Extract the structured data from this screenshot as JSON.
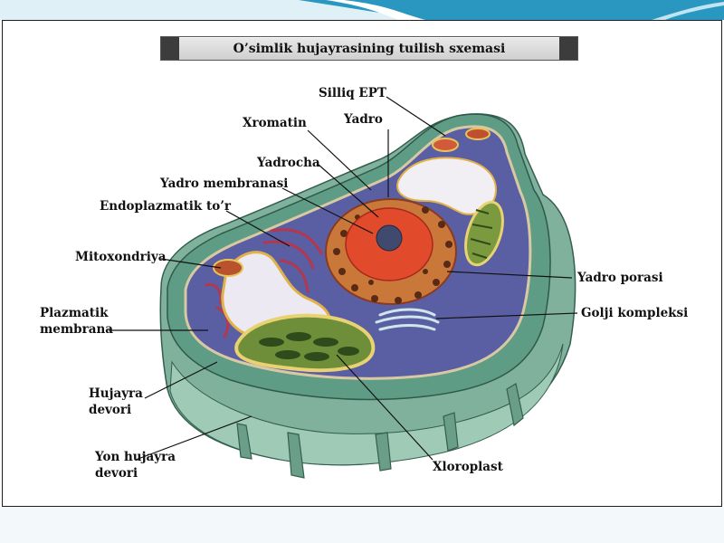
{
  "title": "O’simlik hujayrasining tuilish sxemasi",
  "labels": {
    "silliq_ept": "Silliq EPT",
    "xromatin": "Xromatin",
    "yadro": "Yadro",
    "yadrocha": "Yadrocha",
    "yadro_membranasi": "Yadro membranasi",
    "endoplazmatik_tor": "Endoplazmatik to’r",
    "mitoxondriya": "Mitoxondriya",
    "plazmatik_membrana_1": "Plazmatik",
    "plazmatik_membrana_2": "membrana",
    "hujayra_devori_1": "Hujayra",
    "hujayra_devori_2": "devori",
    "yon_hujayra_devori_1": "Yon hujayra",
    "yon_hujayra_devori_2": "devori",
    "yadro_porasi": "Yadro porasi",
    "golji_kompleksi": "Golji kompleksi",
    "xloroplast": "Xloroplast"
  },
  "colors": {
    "cell_wall": "#5f9c86",
    "cell_wall_light": "#8cc0a9",
    "cytoplasm": "#5a5fa4",
    "nucleus": "#d9442a",
    "nucleus_outer": "#c9783a",
    "vacuole": "#ece9f2",
    "chloroplast": "#6f8e3a",
    "header_band": "#2a97c0"
  }
}
